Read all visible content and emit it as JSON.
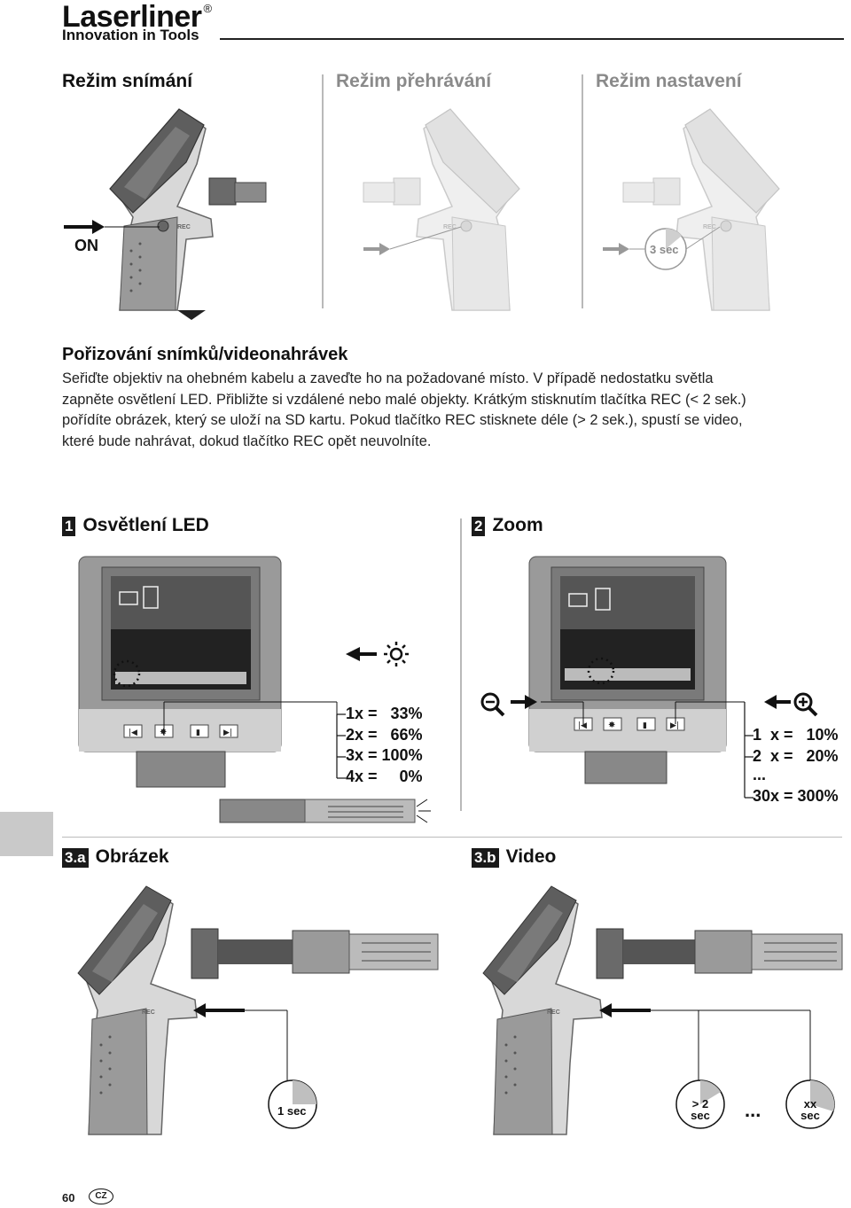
{
  "header": {
    "brand": "Laserliner",
    "registered": "®",
    "tagline": "Innovation in Tools"
  },
  "modes": {
    "capture": "Režim snímání",
    "playback": "Režim přehrávání",
    "settings": "Režim nastavení",
    "on_label": "ON",
    "hold_label": "3 sec",
    "rec_label": "REC"
  },
  "section": {
    "title": "Pořizování snímků/videonahrávek",
    "lines": [
      "Seřiďte objektiv na ohebném kabelu a zaveďte ho na požadované místo. V případě nedostatku světla",
      "zapněte osvětlení LED. Přibližte si vzdálené nebo malé objekty. Krátkým stisknutím tlačítka REC (< 2 sek.)",
      "pořídíte obrázek, který se uloží na SD kartu. Pokud tlačítko REC stisknete déle (> 2 sek.), spustí se video,",
      "které bude nahrávat, dokud tlačítko REC opět neuvolníte."
    ]
  },
  "led": {
    "num": "1",
    "title": "Osvětlení LED",
    "rows": [
      "1x =   33%",
      "2x =   66%",
      "3x = 100%",
      "4x =     0%"
    ]
  },
  "zoom": {
    "num": "2",
    "title": "Zoom",
    "rows": [
      "1  x =   10%",
      "2  x =   20%",
      "...",
      "30x = 300%"
    ]
  },
  "picture": {
    "num": "3.a",
    "title": "Obrázek",
    "timer": "1 sec"
  },
  "video": {
    "num": "3.b",
    "title": "Video",
    "timer_a_top": "> 2",
    "timer_a_bottom": "sec",
    "ellipsis": "...",
    "timer_b_top": "xx",
    "timer_b_bottom": "sec"
  },
  "footer": {
    "page": "60",
    "lang": "CZ"
  },
  "colors": {
    "mode_active": "#111111",
    "mode_inactive": "#8a8a8a",
    "device_dark": "#5a5a5a",
    "device_mid": "#9a9a9a",
    "device_light": "#d4d4d4"
  }
}
